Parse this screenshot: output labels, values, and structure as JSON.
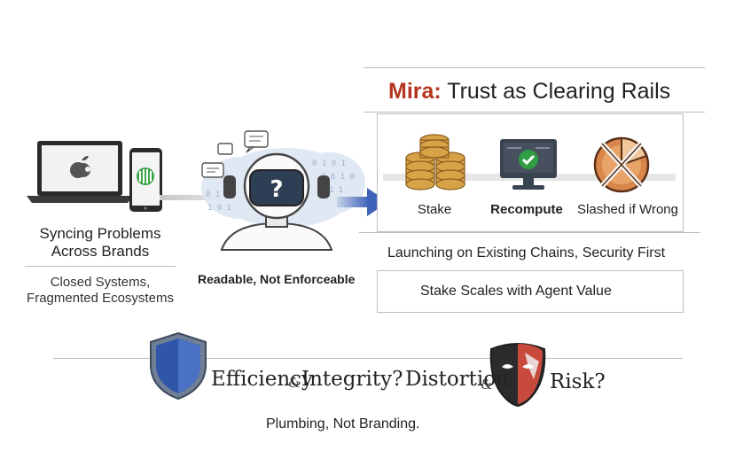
{
  "left": {
    "title_line1": "Syncing Problems",
    "title_line2": "Across Brands",
    "subtitle_line1": "Closed Systems,",
    "subtitle_line2": "Fragmented Ecosystems",
    "robot_caption": "Readable, Not Enforceable"
  },
  "right": {
    "title_brand": "Mira:",
    "title_rest": " Trust as Clearing Rails",
    "steps": [
      {
        "label": "Stake",
        "icon": "coin-stack-icon"
      },
      {
        "label": "Recompute",
        "icon": "monitor-check-icon"
      },
      {
        "label": "Slashed if Wrong",
        "icon": "slashed-pie-icon"
      }
    ],
    "launch_text": "Launching on Existing Chains, Security First",
    "scale_text": "Stake Scales with Agent Value"
  },
  "bottom": {
    "efficiency": "Efficiency",
    "amp1": "&",
    "integrity": "Integrity?",
    "distortion": "Distortion",
    "amp2": "&",
    "risk": "Risk?",
    "footer": "Plumbing, Not Branding."
  },
  "colors": {
    "brand_red": "#b5361f",
    "arrow_blue": "#3f63b8",
    "shield_blue": "#2f56a8",
    "check_green": "#2f9e44",
    "coin_gold": "#d8a247"
  }
}
